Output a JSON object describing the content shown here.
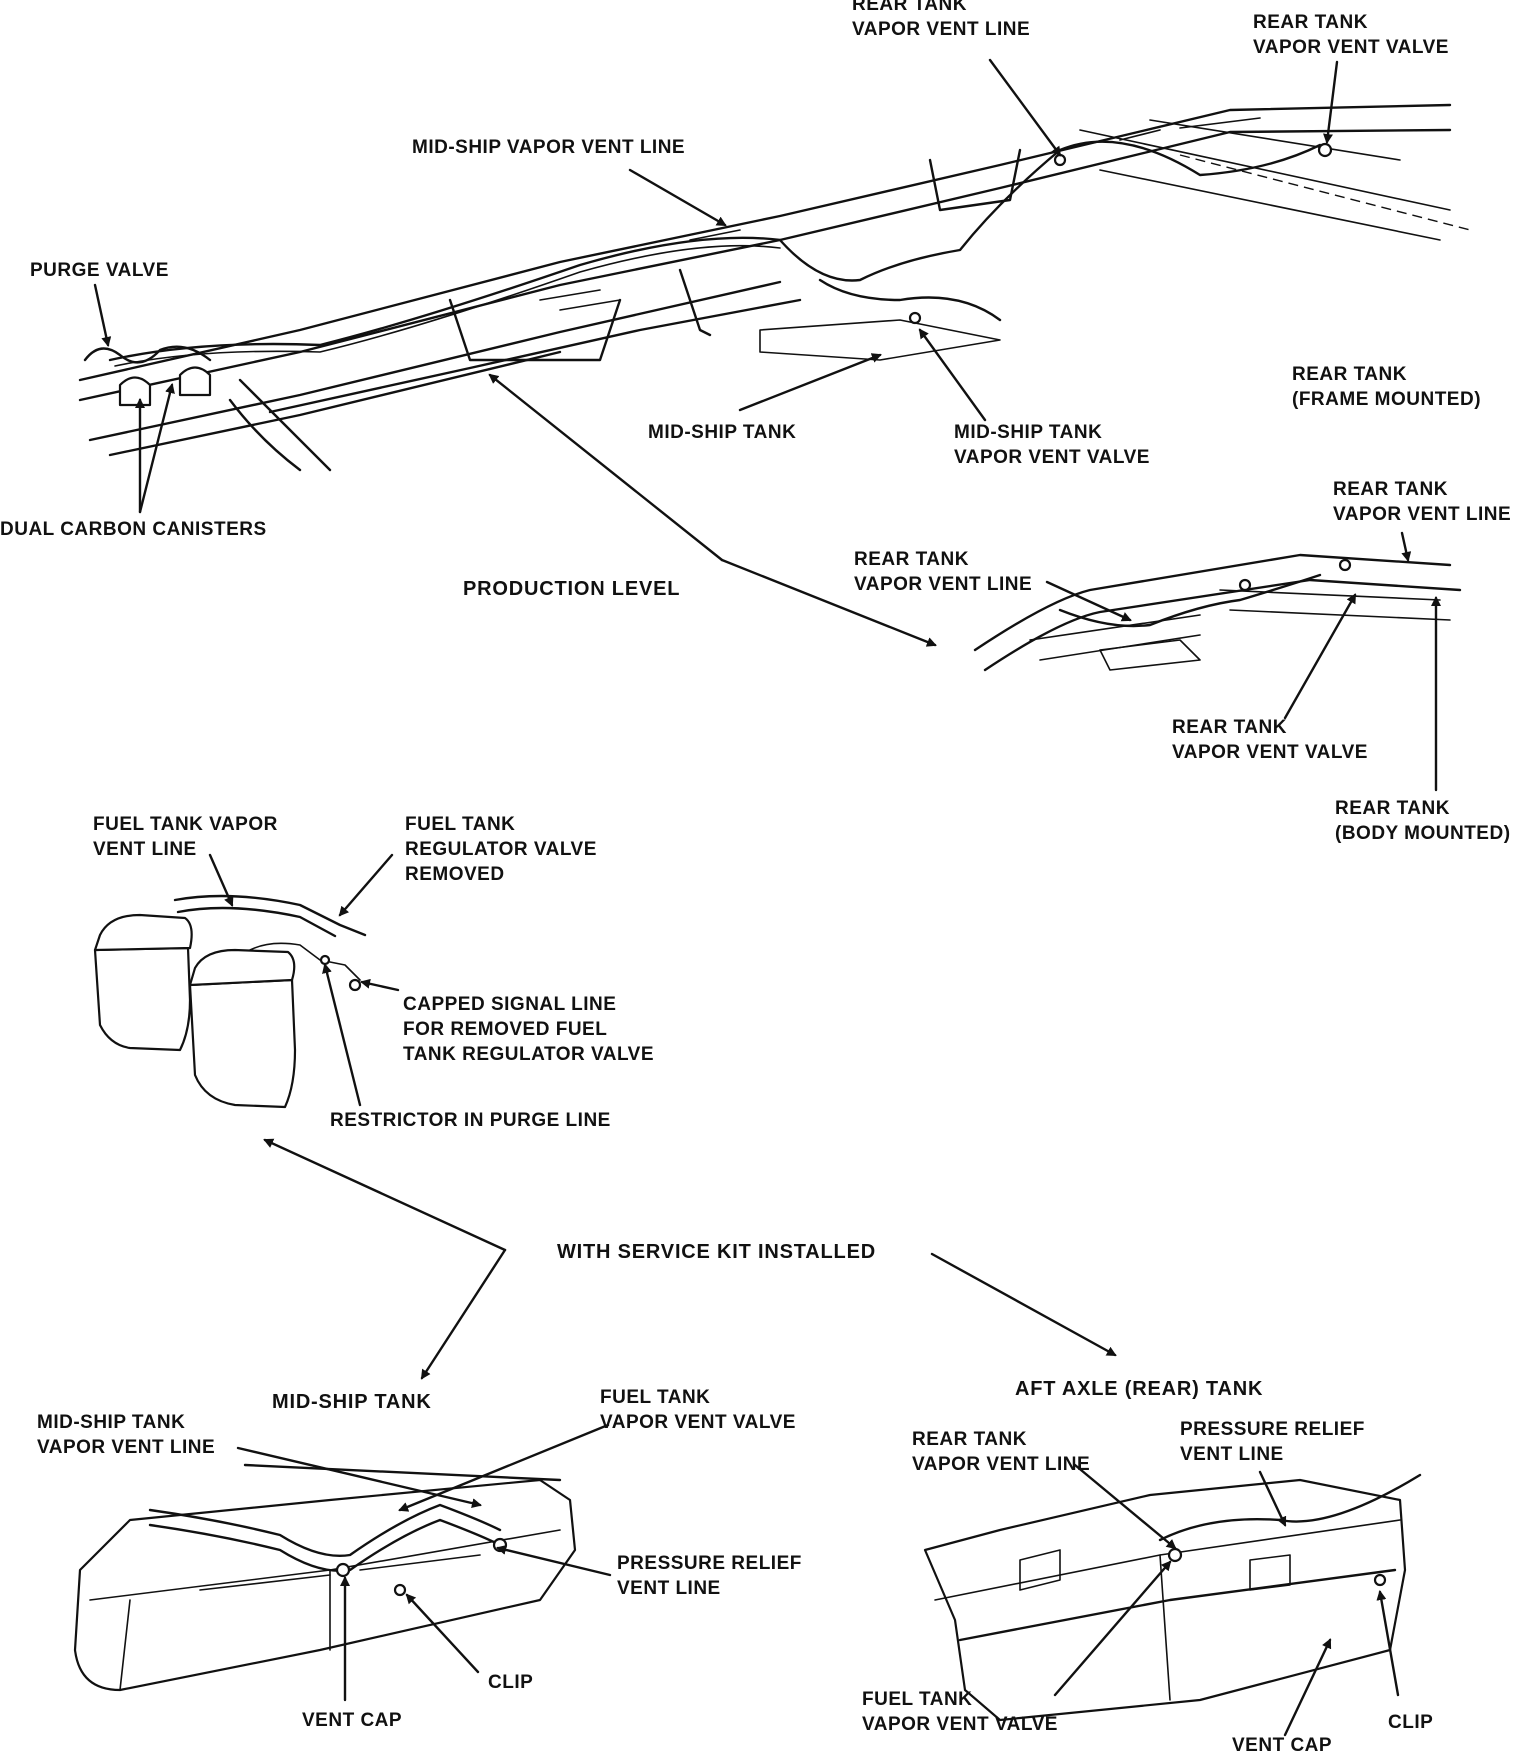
{
  "labels": {
    "rear_tank_vapor_vent_line_top": "REAR TANK\nVAPOR VENT LINE",
    "rear_tank_vapor_vent_valve_top": "REAR TANK\nVAPOR VENT VALVE",
    "mid_ship_vapor_vent_line": "MID-SHIP VAPOR VENT LINE",
    "purge_valve": "PURGE VALVE",
    "rear_tank_frame_mounted": "REAR TANK\n(FRAME MOUNTED)",
    "mid_ship_tank_top": "MID-SHIP TANK",
    "mid_ship_tank_vapor_vent_valve": "MID-SHIP TANK\nVAPOR VENT VALVE",
    "dual_carbon_canisters": "DUAL CARBON CANISTERS",
    "rear_tank_vapor_vent_line_right": "REAR TANK\nVAPOR VENT LINE",
    "rear_tank_vapor_vent_line_mid": "REAR TANK\nVAPOR VENT LINE",
    "production_level": "PRODUCTION LEVEL",
    "rear_tank_vapor_vent_valve_mid": "REAR TANK\nVAPOR VENT VALVE",
    "rear_tank_body_mounted": "REAR TANK\n(BODY MOUNTED)",
    "fuel_tank_vapor_vent_line": "FUEL TANK VAPOR\nVENT LINE",
    "fuel_tank_regulator_valve_removed": "FUEL TANK\nREGULATOR VALVE\nREMOVED",
    "capped_signal_line": "CAPPED SIGNAL LINE\nFOR REMOVED FUEL\nTANK REGULATOR VALVE",
    "restrictor_in_purge_line": "RESTRICTOR IN PURGE LINE",
    "with_service_kit_installed": "WITH SERVICE KIT INSTALLED",
    "mid_ship_tank_heading": "MID-SHIP TANK",
    "aft_axle_rear_tank": "AFT AXLE (REAR) TANK",
    "mid_ship_tank_vapor_vent_line": "MID-SHIP TANK\nVAPOR VENT LINE",
    "fuel_tank_vapor_vent_valve_mid": "FUEL TANK\nVAPOR VENT VALVE",
    "rear_tank_vapor_vent_line_bottom": "REAR TANK\nVAPOR VENT LINE",
    "pressure_relief_vent_line_right": "PRESSURE RELIEF\nVENT LINE",
    "pressure_relief_vent_line_left": "PRESSURE RELIEF\nVENT LINE",
    "clip_left": "CLIP",
    "vent_cap_left": "VENT CAP",
    "fuel_tank_vapor_vent_valve_bottom": "FUEL TANK\nVAPOR VENT VALVE",
    "clip_right": "CLIP",
    "vent_cap_right": "VENT CAP"
  }
}
